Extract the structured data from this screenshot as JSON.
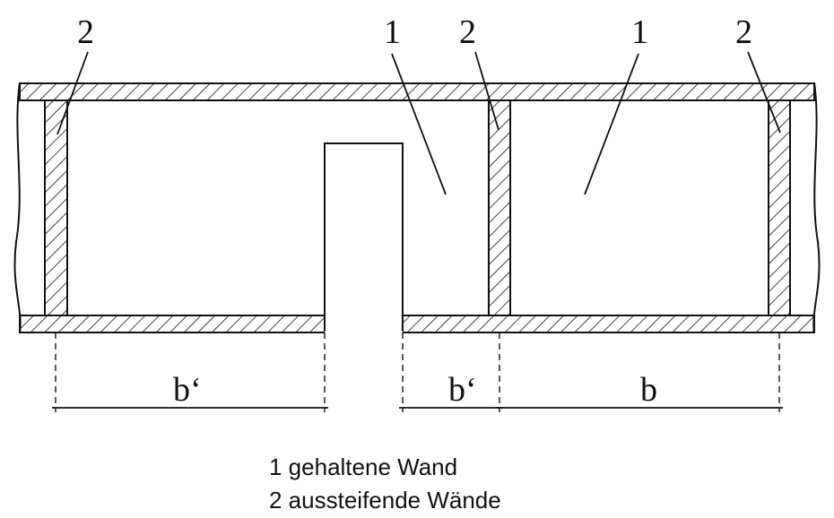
{
  "callouts": {
    "wall_left": "2",
    "room_middle": "1",
    "wall_middle": "2",
    "room_right": "1",
    "wall_right": "2"
  },
  "dimensions": {
    "left_span": "b‘",
    "middle_span": "b‘",
    "right_span": "b"
  },
  "legend": {
    "line1": "1 gehaltene Wand",
    "line2": "2 aussteifende Wände"
  },
  "colors": {
    "stroke": "#111111",
    "background": "#ffffff"
  }
}
